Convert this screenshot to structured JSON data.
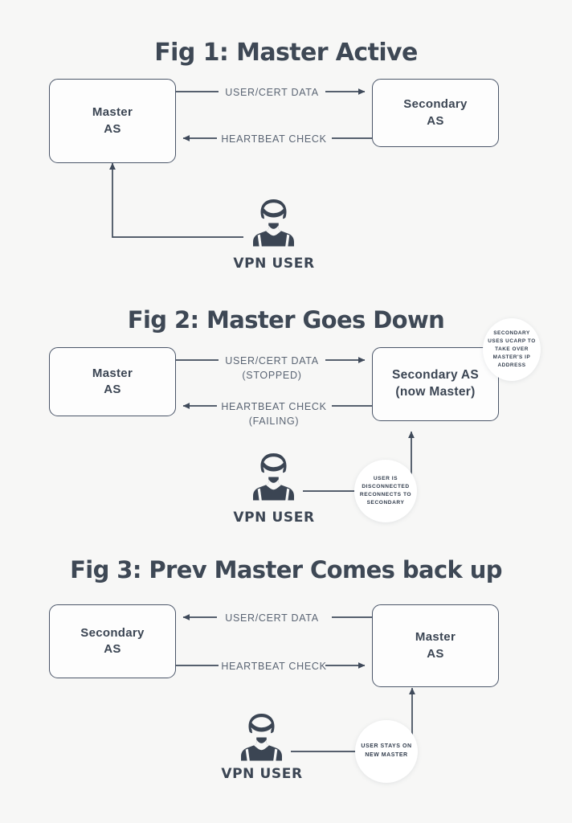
{
  "page": {
    "background_color": "#f7f7f6",
    "ink_color": "#3b4553",
    "box_border_color": "#4a5568",
    "label_color": "#5a6473"
  },
  "figures": [
    {
      "id": "fig1",
      "title": "Fig 1: Master Active",
      "left_box": {
        "line1": "Master",
        "line2": "AS"
      },
      "right_box": {
        "line1": "Secondary",
        "line2": "AS"
      },
      "edges": [
        {
          "label": "USER/CERT DATA",
          "sublabel": "",
          "direction": "right"
        },
        {
          "label": "HEARTBEAT CHECK",
          "sublabel": "",
          "direction": "left"
        }
      ],
      "user": {
        "label": "VPN USER",
        "icon": "user-avatar-icon",
        "connects_to": "Master AS"
      },
      "callout": null
    },
    {
      "id": "fig2",
      "title": "Fig 2: Master Goes Down",
      "left_box": {
        "line1": "Master",
        "line2": "AS"
      },
      "right_box": {
        "line1": "Secondary AS",
        "line2": "(now Master)"
      },
      "edges": [
        {
          "label": "USER/CERT DATA",
          "sublabel": "(STOPPED)",
          "direction": "right"
        },
        {
          "label": "HEARTBEAT CHECK",
          "sublabel": "(FAILING)",
          "direction": "left"
        }
      ],
      "user": {
        "label": "VPN USER",
        "icon": "user-avatar-icon",
        "connects_to": "Secondary AS (now Master)"
      },
      "callout": {
        "text": "SECONDARY USES UCARP TO TAKE OVER MASTER'S IP ADDRESS"
      },
      "user_callout": {
        "text": "USER IS DISCONNECTED RECONNECTS TO SECONDARY"
      }
    },
    {
      "id": "fig3",
      "title": "Fig 3: Prev Master Comes back up",
      "left_box": {
        "line1": "Secondary",
        "line2": "AS"
      },
      "right_box": {
        "line1": "Master",
        "line2": "AS"
      },
      "edges": [
        {
          "label": "USER/CERT DATA",
          "sublabel": "",
          "direction": "left"
        },
        {
          "label": "HEARTBEAT CHECK",
          "sublabel": "",
          "direction": "right"
        }
      ],
      "user": {
        "label": "VPN USER",
        "icon": "user-avatar-icon",
        "connects_to": "Master AS"
      },
      "user_callout": {
        "text": "USER STAYS ON NEW MASTER"
      }
    }
  ]
}
